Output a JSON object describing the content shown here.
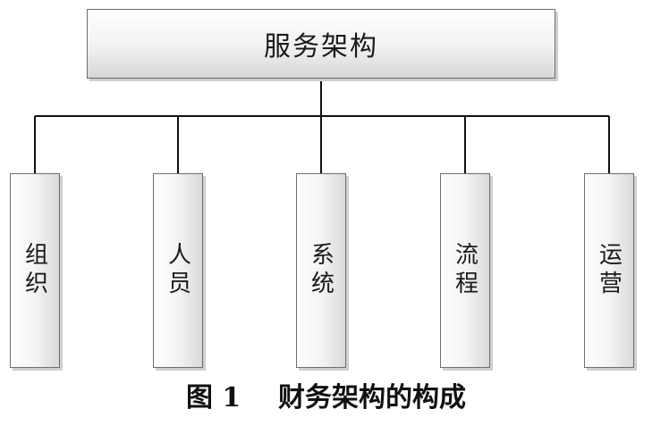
{
  "diagram": {
    "root": {
      "label": "服务架构"
    },
    "children": [
      {
        "label": "组织"
      },
      {
        "label": "人员"
      },
      {
        "label": "系统"
      },
      {
        "label": "流程"
      },
      {
        "label": "运营"
      }
    ]
  },
  "caption": {
    "number": "图 1",
    "title": "财务架构的构成"
  }
}
